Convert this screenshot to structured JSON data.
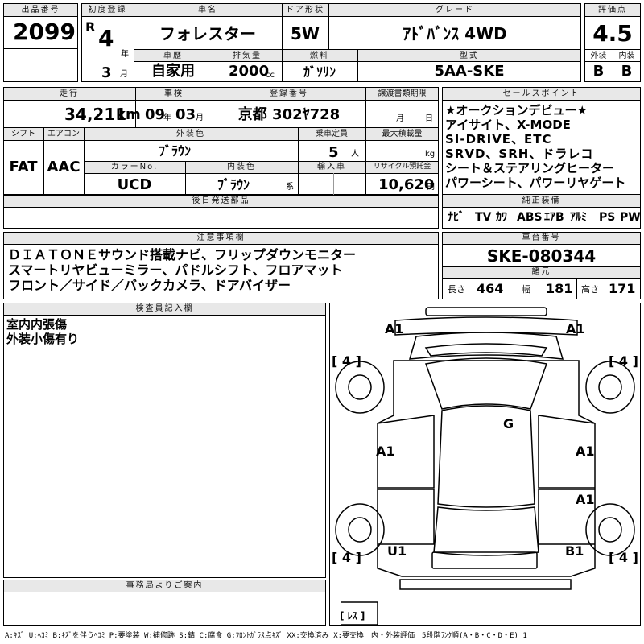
{
  "lot": {
    "label": "出品番号",
    "value": "2099"
  },
  "first_reg": {
    "label": "初度登録",
    "era": "R",
    "year": "4",
    "year_unit": "年",
    "month": "3",
    "month_unit": "月"
  },
  "car_name": {
    "label": "車名",
    "value": "フォレスター"
  },
  "door": {
    "label": "ドア形状",
    "value": "5W"
  },
  "grade": {
    "label": "グレード",
    "value": "ｱﾄﾞﾊﾞﾝｽ 4WD"
  },
  "history": {
    "label": "車歴",
    "value": "自家用"
  },
  "displacement": {
    "label": "排気量",
    "value": "2000",
    "unit": "cc"
  },
  "fuel": {
    "label": "燃料",
    "value": "ｶﾞｿﾘﾝ"
  },
  "model": {
    "label": "型式",
    "value": "5AA-SKE"
  },
  "score": {
    "label": "評価点",
    "value": "4.5",
    "ext_label": "外装",
    "ext": "B",
    "int_label": "内装",
    "int": "B"
  },
  "mileage": {
    "label": "走行",
    "value": "34,211",
    "unit": "km"
  },
  "inspection": {
    "label": "車検",
    "year": "09",
    "year_unit": "年",
    "month": "03",
    "month_unit": "月"
  },
  "reg_no": {
    "label": "登録番号",
    "value": "京都 302ﾔ728"
  },
  "transfer": {
    "label": "譲渡書類期限",
    "month_unit": "月",
    "day_unit": "日"
  },
  "selling_points": {
    "label": "セールスポイント",
    "lines": [
      "★オークションデビュー★",
      "アイサイト、X-MODE",
      "SI-DRIVE、ETC",
      "SRVD、SRH、ドラレコ",
      "シート＆ステアリングヒーター",
      "パワーシート、パワーリヤゲート"
    ]
  },
  "shift": {
    "label": "シフト",
    "value": "FAT"
  },
  "aircon": {
    "label": "エアコン",
    "value": "AAC"
  },
  "ext_color": {
    "label": "外装色",
    "value": "ﾌﾞﾗｳﾝ"
  },
  "capacity": {
    "label": "乗車定員",
    "value": "5",
    "unit": "人"
  },
  "max_load": {
    "label": "最大積載量",
    "unit": "kg"
  },
  "color_no": {
    "label": "カラーNo.",
    "value": "UCD"
  },
  "int_color": {
    "label": "内装色",
    "value": "ﾌﾞﾗｳﾝ",
    "suffix": "系"
  },
  "import": {
    "label": "輸入車"
  },
  "recycle": {
    "label": "リサイクル預託金",
    "value": "10,620",
    "unit": "円"
  },
  "later_parts": {
    "label": "後日発送部品"
  },
  "equipment": {
    "label": "純正装備",
    "items": [
      "ﾅﾋﾞ",
      "TV",
      "ｶﾜ",
      "ABS",
      "ｴｱB",
      "ｱﾙﾐ",
      "PS",
      "PW"
    ]
  },
  "notes": {
    "label": "注意事項欄",
    "lines": [
      "ＤＩＡＴＯＮＥサウンド搭載ナビ、フリップダウンモニター",
      "スマートリヤビューミラー、パドルシフト、フロアマット",
      "フロント／サイド／バックカメラ、ドアバイザー"
    ]
  },
  "chassis": {
    "label": "車台番号",
    "value": "SKE-080344"
  },
  "specs": {
    "label": "諸元",
    "length_label": "長さ",
    "length": "464",
    "width_label": "幅",
    "width": "181",
    "height_label": "高さ",
    "height": "171"
  },
  "inspector": {
    "label": "検査員記入欄",
    "lines": [
      "室内内張傷",
      "外装小傷有り"
    ]
  },
  "office": {
    "label": "事務局よりご案内"
  },
  "diagram": {
    "marks": [
      "A1",
      "A1",
      "G",
      "A1",
      "A1",
      "A1",
      "U1",
      "B1"
    ],
    "tires": [
      "[ 4 ]",
      "[ 4 ]",
      "[ 4 ]",
      "[ 4 ]"
    ],
    "spare": "[ ﾚｽ ]"
  },
  "legend": "A:ｷｽﾞ U:ﾍｺﾐ B:ｷｽﾞを伴うﾍｺﾐ P:要塗装 W:補修跡 S:錆 C:腐食 G:ﾌﾛﾝﾄｶﾞﾗｽ点ｷｽﾞ XX:交換済み X:要交換　内・外装評価　5段階ﾗﾝｸ順(A・B・C・D・E) 1"
}
